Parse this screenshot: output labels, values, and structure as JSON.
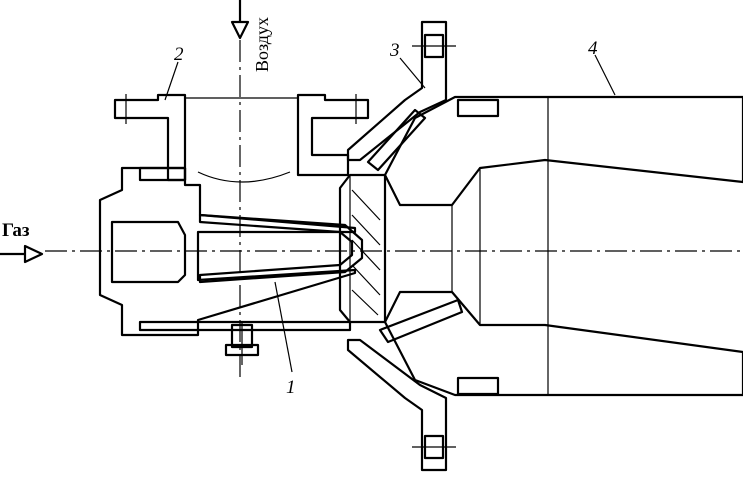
{
  "labels": {
    "gas": "Газ",
    "air": "Воздух",
    "part_1": "1",
    "part_2": "2",
    "part_3": "3",
    "part_4": "4"
  },
  "colors": {
    "line": "#000000",
    "background": "#ffffff"
  }
}
